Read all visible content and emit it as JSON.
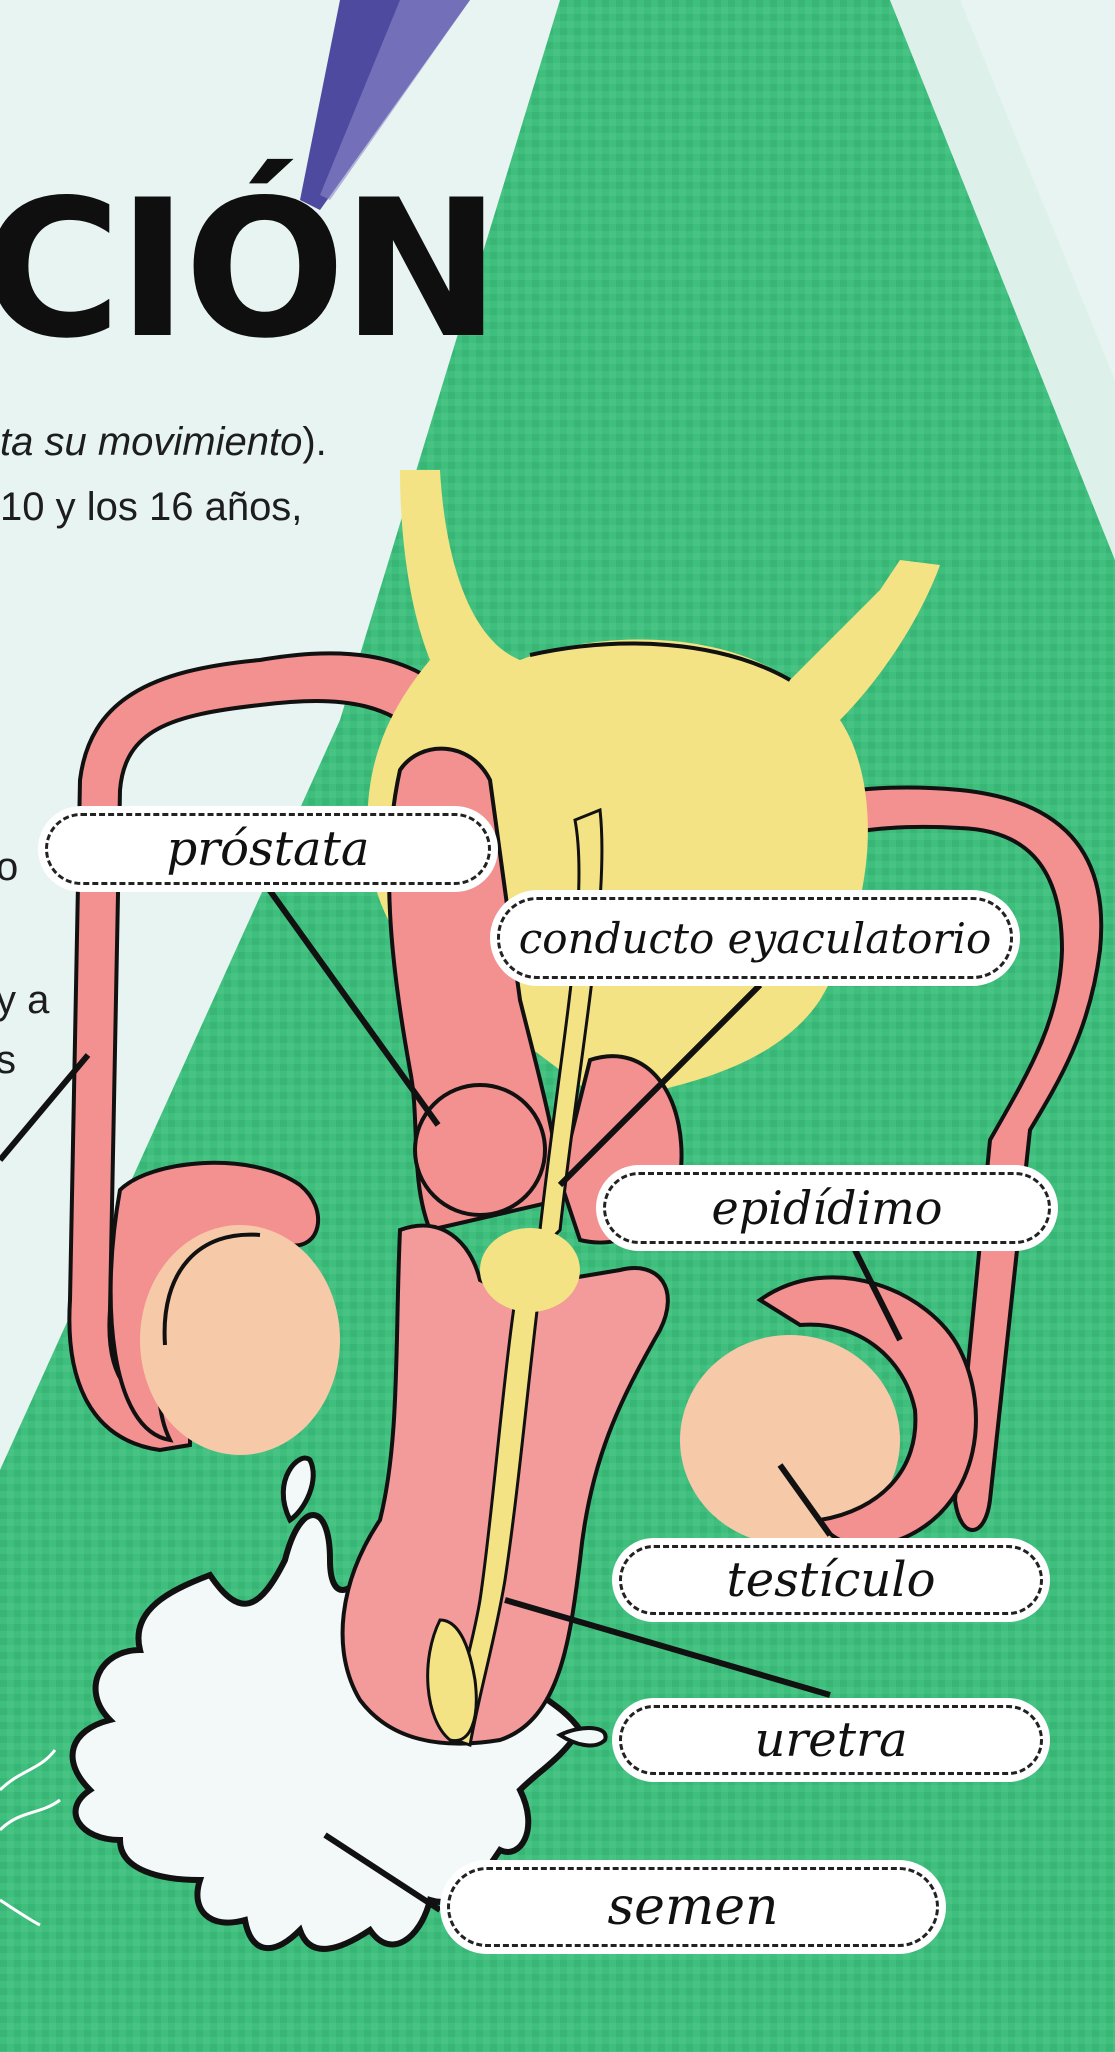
{
  "heading": {
    "title": "CIÓN"
  },
  "intro": {
    "line1_italic": "ta su movimiento",
    "line1_end": ").",
    "line2": "10 y los 16 años,"
  },
  "side_fragments": {
    "a": "o",
    "b": "y a",
    "c": "s"
  },
  "labels": {
    "prostata": "próstata",
    "conducto": "conducto eyaculatorio",
    "epididimo": "epidídimo",
    "testiculo": "testículo",
    "uretra": "uretra",
    "semen": "semen"
  },
  "colors": {
    "background": "#e7f4f1",
    "green": "#3dbb7a",
    "yellow": "#f4e384",
    "pink": "#f39090",
    "peach": "#f6c9a9",
    "outline": "#111111"
  }
}
